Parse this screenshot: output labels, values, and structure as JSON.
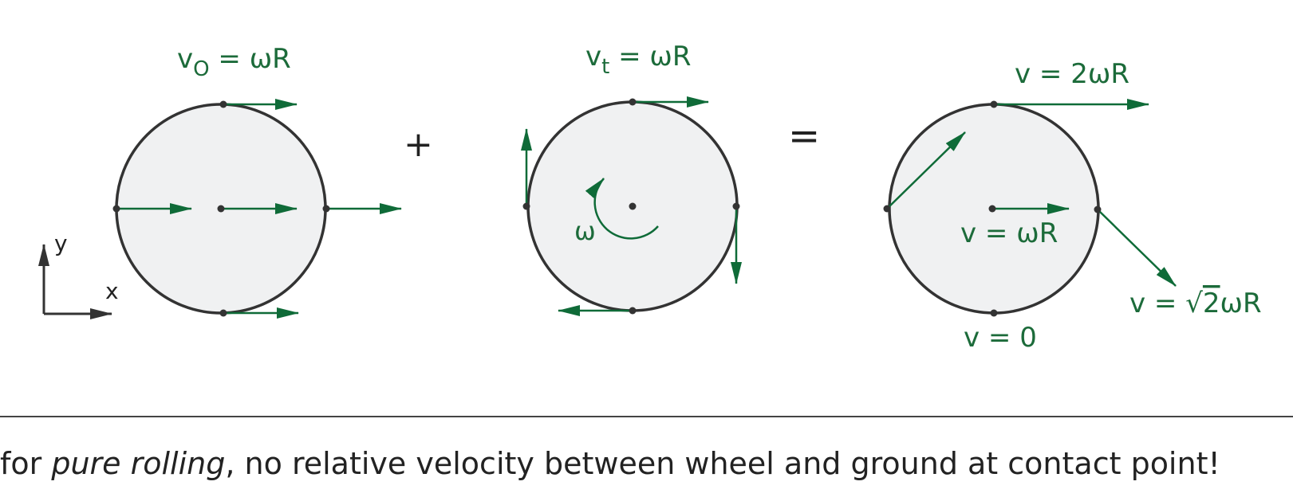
{
  "panel1": {
    "label_v": "v",
    "label_sub": "O",
    "label_rest": " = ωR"
  },
  "panel2": {
    "label_v": "v",
    "label_sub": "t",
    "label_rest": " = ωR",
    "omega": "ω"
  },
  "panel3": {
    "top": "v = 2ωR",
    "center": "v = ωR",
    "bottom": "v = 0",
    "diag_v": "v = ",
    "diag_sqrt": "√",
    "diag_two": "2",
    "diag_rest": "ωR"
  },
  "operators": {
    "plus": "+",
    "equals": "="
  },
  "axes": {
    "x": "x",
    "y": "y"
  },
  "caption": {
    "pre": "for ",
    "emph": "pure rolling",
    "post": ", no relative velocity between wheel and ground at contact point!"
  },
  "colors": {
    "arrow": "#0f6b38",
    "wheel_fill": "#f0f1f2",
    "wheel_stroke": "#333333"
  }
}
